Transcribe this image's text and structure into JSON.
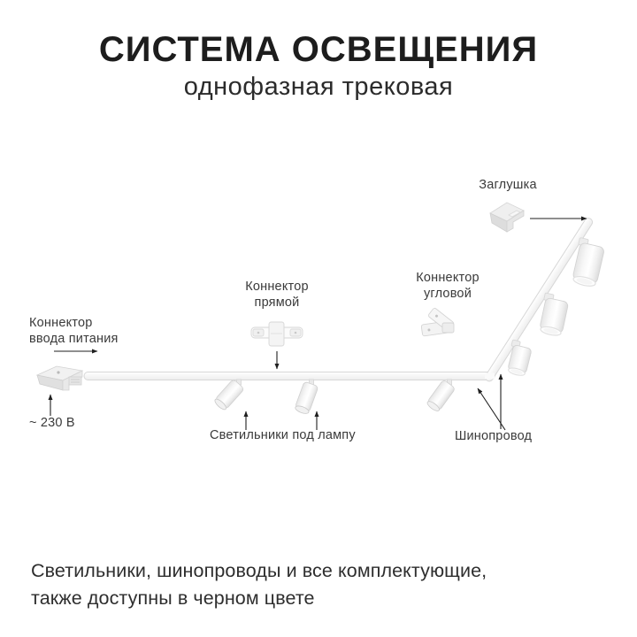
{
  "header": {
    "title": "СИСТЕМА ОСВЕЩЕНИЯ",
    "subtitle": "однофазная трековая"
  },
  "diagram": {
    "labels": {
      "endcap": "Заглушка",
      "corner_connector": "Коннектор\nугловой",
      "straight_connector": "Коннектор\nпрямой",
      "power_connector": "Коннектор\nввода питания",
      "voltage": "~ 230 В",
      "lamps": "Светильники под лампу",
      "track": "Шинопровод"
    },
    "icons": [
      "power-input-connector-icon",
      "straight-connector-icon",
      "corner-connector-icon",
      "end-cap-icon",
      "track-horizontal",
      "track-diagonal",
      "spotlight-lamp",
      "cylinder-lamp"
    ]
  },
  "footer": {
    "line1": "Светильники, шинопроводы и все комплектующие,",
    "line2": "также доступны в черном цвете"
  },
  "colors": {
    "background": "#ffffff",
    "title_text": "#1d1d1d",
    "label_text": "#3a3a3a",
    "footer_text": "#2e2e2e",
    "hardware_fill": "#f8f8f8",
    "hardware_stroke": "#d6d6d6",
    "arrow": "#1f1f1f"
  }
}
